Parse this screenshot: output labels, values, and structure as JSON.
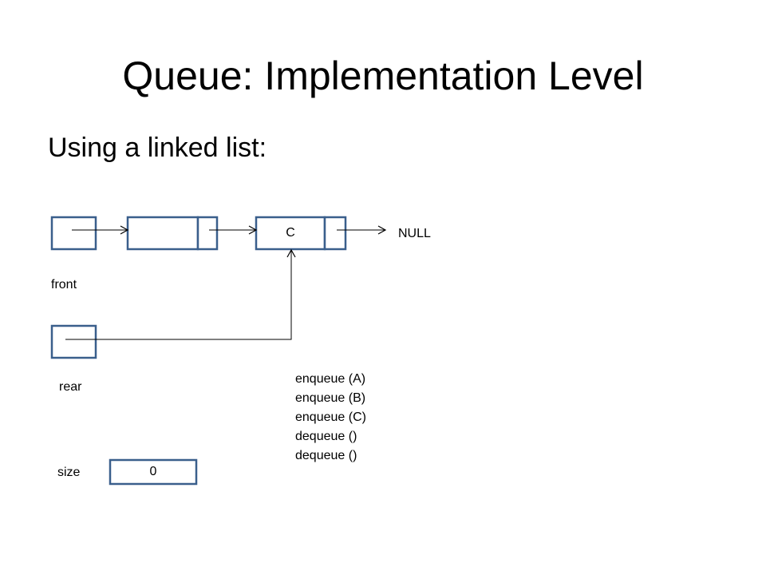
{
  "slide": {
    "title": "Queue:  Implementation Level",
    "subtitle": "Using a linked list:"
  },
  "diagram": {
    "labels": {
      "front": "front",
      "rear": "rear",
      "size": "size",
      "null": "NULL"
    },
    "nodes": [
      {
        "value": ""
      },
      {
        "value": ""
      },
      {
        "value": "C"
      }
    ],
    "size_value": "0",
    "operations": [
      "enqueue (A)",
      "enqueue (B)",
      "enqueue (C)",
      "dequeue ()",
      "dequeue ()"
    ]
  },
  "colors": {
    "box_stroke": "#3a5f8c",
    "arrow": "#000000"
  }
}
